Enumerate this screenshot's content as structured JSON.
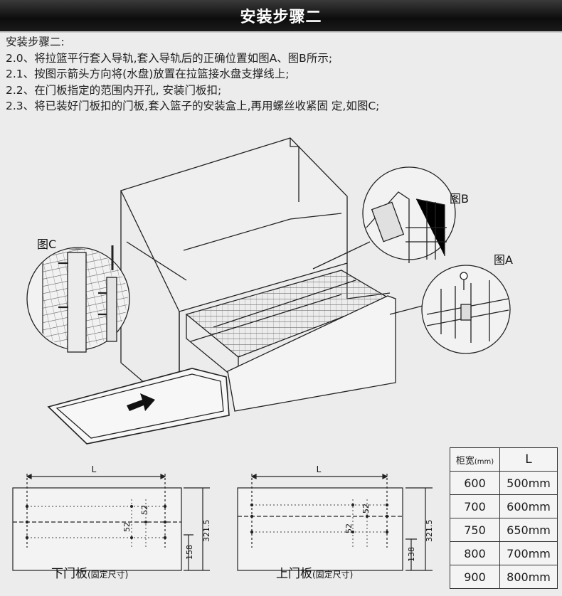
{
  "title": "安装步骤二",
  "steps": {
    "heading": "安装步骤二:",
    "items": [
      "2.0、将拉篮平行套入导轨,套入导轨后的正确位置如图A、图B所示;",
      "2.1、按图示箭头方向将(水盘)放置在拉篮接水盘支撑线上;",
      "2.2、在门板指定的范围内开孔, 安装门板扣;",
      "2.3、将已装好门板扣的门板,套入篮子的安装盒上,再用螺丝收紧固 定,如图C;"
    ]
  },
  "figure_labels": {
    "a": "图A",
    "b": "图B",
    "c": "图C"
  },
  "panels": [
    {
      "name": "下门板",
      "note": "(固定尺寸)",
      "width_label": "L",
      "dim_small": "52",
      "dim_small2": "52",
      "dim_bottom": "158",
      "dim_total": "321.5"
    },
    {
      "name": "上门板",
      "note": "(固定尺寸)",
      "width_label": "L",
      "dim_small": "52",
      "dim_small2": "52",
      "dim_bottom": "138",
      "dim_total": "321.5"
    }
  ],
  "size_table": {
    "header_col1": "柜宽",
    "header_unit": "(mm)",
    "header_col2": "L",
    "rows": [
      {
        "width": "600",
        "l": "500mm"
      },
      {
        "width": "700",
        "l": "600mm"
      },
      {
        "width": "750",
        "l": "650mm"
      },
      {
        "width": "800",
        "l": "700mm"
      },
      {
        "width": "900",
        "l": "800mm"
      }
    ]
  }
}
